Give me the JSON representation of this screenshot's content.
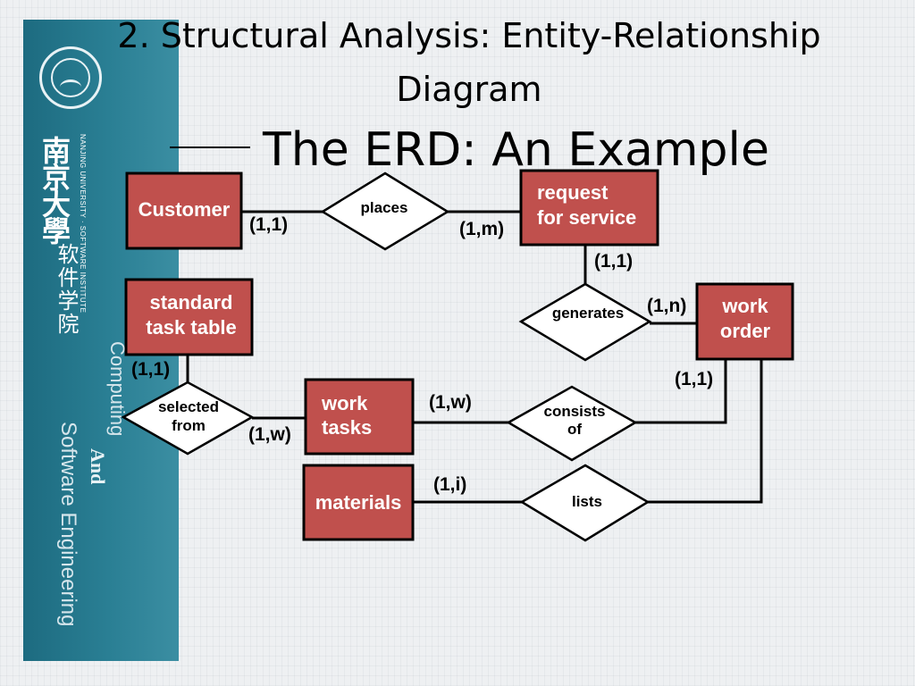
{
  "slide": {
    "title_line1": "2. Structural Analysis: Entity-Relationship",
    "title_line2": "Diagram",
    "title_line3": "The ERD: An Example"
  },
  "sidebar": {
    "university_cn": "南京大學",
    "university_en": "NANJING UNIVERSITY · SOFTWARE INSTITUTE",
    "institute_cn": "软件学院",
    "vertical_computing": "Computing",
    "vertical_and": "And",
    "vertical_software": "Software Engineering"
  },
  "entities": {
    "customer": [
      "Customer"
    ],
    "request_for_service": [
      "request",
      "for service"
    ],
    "standard_task_table": [
      "standard",
      "task table"
    ],
    "work_order": [
      "work",
      "order"
    ],
    "work_tasks": [
      "work",
      "tasks"
    ],
    "materials": [
      "materials"
    ]
  },
  "relationships": {
    "places": [
      "places"
    ],
    "generates": [
      "generates"
    ],
    "selected_from": [
      "selected",
      "from"
    ],
    "consists_of": [
      "consists",
      "of"
    ],
    "lists": [
      "lists"
    ]
  },
  "cardinalities": {
    "customer_places": "(1,1)",
    "places_request": "(1,m)",
    "request_generates": "(1,1)",
    "generates_work_order": "(1,n)",
    "standard_selected": "(1,1)",
    "selected_work_tasks": "(1,w)",
    "work_tasks_consists": "(1,w)",
    "work_order_consists": "(1,1)",
    "materials_lists": "(1,i)"
  },
  "colors": {
    "entity_fill": "#c0504d",
    "entity_stroke": "#000000",
    "relationship_fill": "#ffffff",
    "sidebar": "#2a7f94"
  }
}
